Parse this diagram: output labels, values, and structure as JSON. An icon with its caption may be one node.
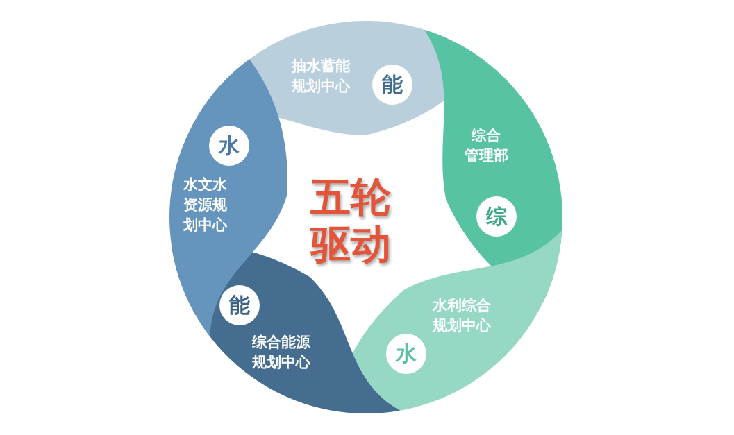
{
  "diagram": {
    "nodes": [
      {
        "text": [
          "抽水蓄能规划中心"
        ]
      },
      {
        "text": [
          "能"
        ],
        "in": 0
      },
      {
        "text": [
          "综合管理部"
        ]
      },
      {
        "text": [
          "综"
        ],
        "in": 2
      },
      {
        "text": [
          "水利综合规划中心"
        ]
      },
      {
        "text": [
          "水"
        ],
        "in": 4
      },
      {
        "text": [
          "综合能源规划中心"
        ]
      },
      {
        "text": [
          "能"
        ],
        "in": 6
      },
      {
        "text": [
          "水文水资源规划中心"
        ]
      },
      {
        "text": [
          "水"
        ],
        "in": 8
      }
    ],
    "labels": [
      "五轮驱动"
    ]
  }
}
